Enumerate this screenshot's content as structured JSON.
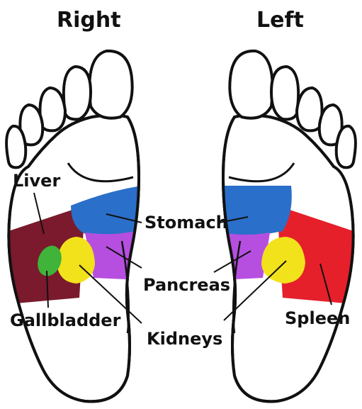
{
  "headings": {
    "right": "Right",
    "left": "Left"
  },
  "labels": {
    "liver": "Liver",
    "gallbladder": "Gallbladder",
    "stomach": "Stomach",
    "pancreas": "Pancreas",
    "kidneys": "Kidneys",
    "spleen": "Spleen"
  },
  "colors": {
    "liver": "#7a1a2c",
    "gallbladder": "#3fb33a",
    "stomach": "#2a6fc9",
    "pancreas": "#b64fe0",
    "kidneys": "#f2e21b",
    "spleen": "#e5202a",
    "outline": "#111111"
  }
}
